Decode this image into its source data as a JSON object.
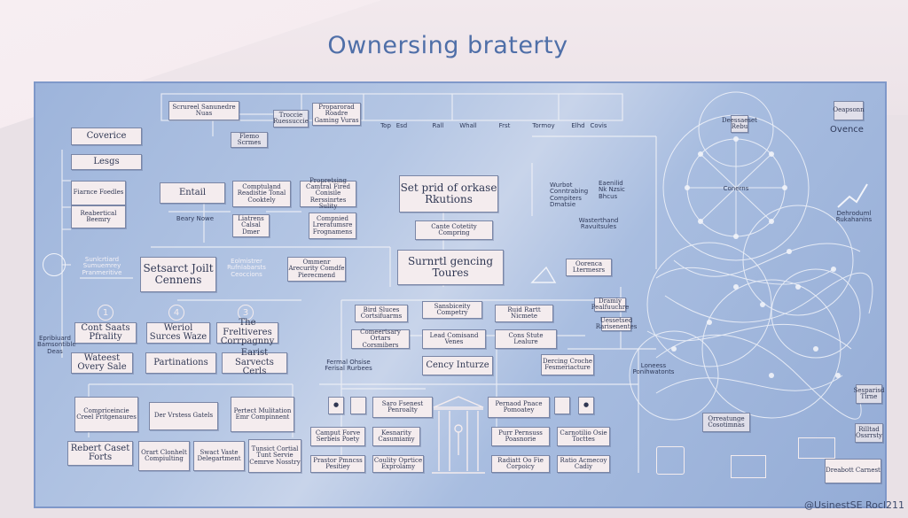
{
  "title": "Ownersing braterty",
  "credit": "@UsinestSE Rocl211",
  "left_column": [
    "Coverice",
    "Lesgs",
    "Fiarnce Foedles",
    "Reabertical Beemry"
  ],
  "left_icon_label": "Sunlcrtiard Sumuemrey Pranmeritive",
  "left_side_label": "Epribiuard Bamsontible Deas",
  "top_small": [
    "Scrureel Sanunedre Nuas",
    "Troccie Ruessuccie",
    "Proparorad Roadre Gaming Vuras",
    "Flemo Scrmes"
  ],
  "top_bar_labels": [
    "Top",
    "Esd",
    "Rall",
    "Whall",
    "Frst",
    "Tormoy",
    "Elhd",
    "Covis"
  ],
  "middle_boxes": {
    "entail": "Entail",
    "beary_nowe": "Beary Nowe",
    "compsulted": "Comptuland Readistie Tonal Cooktely",
    "calsal": "Liatrens Calsal Dmer",
    "proscribung": "Propretsing Camtral Fired Conisile Rerssinrtes Sulity",
    "compnied": "Compnied Lreratumsre Frognamens",
    "setsarct": "Setsarct Joilt Cennens",
    "eolmistrer": "Eolmistrer Rufnlabarsts Ceoccions",
    "ommenr": "Ommenr Arecurity Comdfe Pierecmend"
  },
  "center": {
    "set_pnd": "Set prid of orkase Rkutions",
    "cante_cotetity": "Cante Cotetity Compring",
    "sumrt": "Surnrtl gencing Toures",
    "bulletins": [
      "Wurbot",
      "Conntrabing",
      "Compiters",
      "Dmatsie"
    ],
    "bullet_values": [
      "Eaenilid",
      "Nk Nzsic",
      "Bhcus"
    ],
    "waarned": "Wasterthand Ravuitsules"
  },
  "numbered": [
    {
      "n": "1",
      "title": "Cont Saats Pfrality"
    },
    {
      "n": "4",
      "title": "Weriol Surces Waze"
    },
    {
      "n": "3",
      "title": "The Freltiveres Corrpagnny"
    }
  ],
  "row_two": [
    "Wateest Overy Sale",
    "Partinations",
    "Earist Sarvects Cerls"
  ],
  "people_boxes": [
    {
      "t": "Compriceincie Creel Fritgenaures"
    },
    {
      "t": "Der Vrstess Gatels"
    },
    {
      "t": "Pertect Mulitation Emr Compinnent"
    }
  ],
  "bottom_boxes": [
    "Rebert Caset Forts",
    "Orart Clonhelt Compiulting",
    "Swact Vaste Delegartment",
    "Tunsict Cortial Tunt Servie Cemrve Nosstry"
  ],
  "network_mid": {
    "bird_suces": "Bird Sluces Cortsifuarms",
    "sansbiceity": "Sansbiceity Competry",
    "ruid": "Ruid Rartt Nicmete",
    "comerlary": "Comeertsary Ortars Corsmibers",
    "lead_comisand": "Lead Comisand Venes",
    "cons_stute": "Cons Stute Lealure",
    "fermal": "Fermal Ohsise Ferisal Rurbees",
    "cency": "Cency Inturze",
    "dercing": "Dercing Croche Fesmeriacture"
  },
  "lower_center": {
    "sato": "Saro Fsenest Penroalty",
    "psnacal": "Pernaod Pnace Pomoatey",
    "camput": "Camput Forve Serbeis Poety",
    "kesnatty": "Kesnarity Casumiamy",
    "plat_pansne": "Purr Pernsuss Poasnorie",
    "carratice": "Carnotilio Osie Tocttes",
    "praster": "Prastor Pmncss Pesitiey",
    "coulity": "Coulity Oprtice Exprolamy",
    "radiaat": "Radiatt Oo Fie Corpoicy",
    "ratio": "Ratio Acmecoy Cadiy"
  },
  "right_labels": {
    "oorenca": "Oorenca Ltermesrs",
    "ovence": "Ovence",
    "conerns": "Conerns",
    "dehroduml": "Dehroduml Rukahanins",
    "deessaeset": "Deessaeset Rebu",
    "dramiy": "Dramiy Pealfuuchre",
    "uessetsed": "Uessetsed Rarisenentes",
    "loneess": "Loneess Ponihwatonts",
    "sesparisd": "Sesparisd Tirne",
    "orreatunge": "Orreatunge Cosotimnas",
    "dreabott": "Dreabott Carnest",
    "rilltad": "Rilltad Ossrrsty",
    "oeaposnn": "Oeapsonn"
  },
  "colors": {
    "board": "#a3b8de",
    "box": "#f4ecee",
    "title": "#4f6fa8",
    "ink": "#2f3753"
  }
}
